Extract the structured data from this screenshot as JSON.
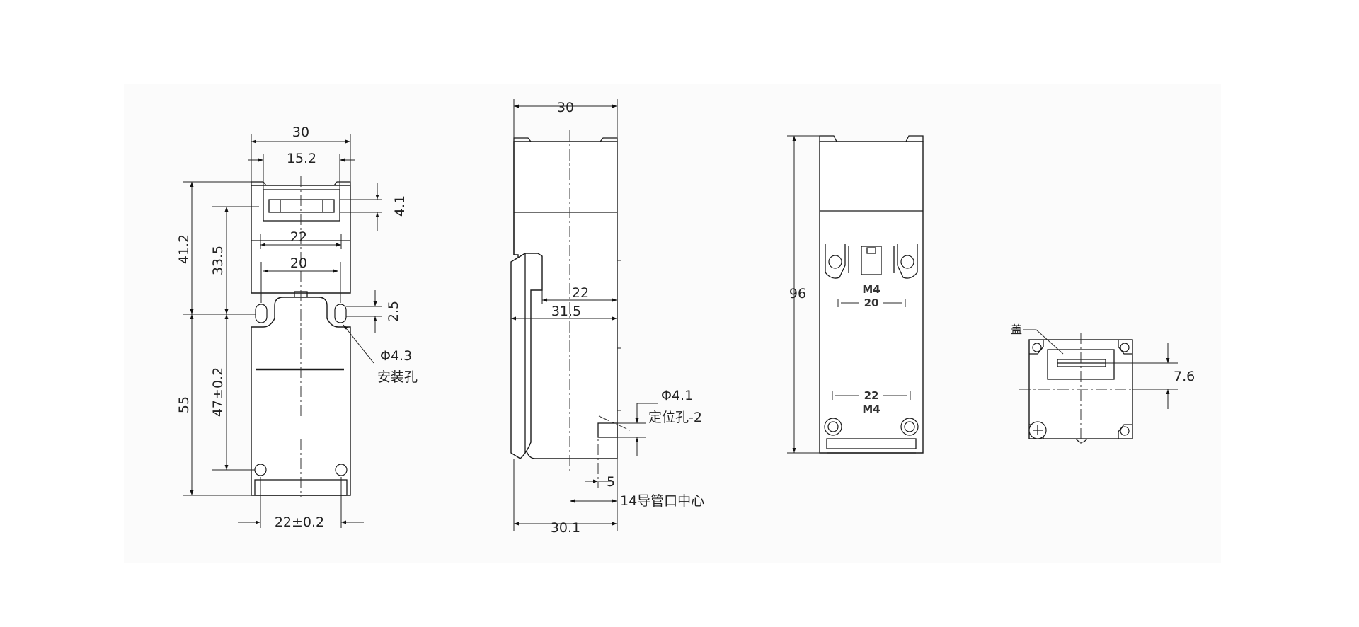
{
  "views": {
    "front": {
      "dim_width": "30",
      "dim_slot": "15.2",
      "dim_slot_h": "4.1",
      "dim_22": "22",
      "dim_20": "20",
      "dim_2_5": "2.5",
      "dim_total": "41.2",
      "dim_33_5": "33.5",
      "dim_55": "55",
      "dim_47": "47±0.2",
      "dim_bottom": "22±0.2",
      "hole_dia": "Φ4.3",
      "hole_label": "安装孔"
    },
    "side": {
      "dim_top": "30",
      "dim_22": "22",
      "dim_31_5": "31.5",
      "dim_30_1": "30.1",
      "dim_5": "5",
      "locating_dia": "Φ4.1",
      "locating_label": "定位孔-2",
      "conduit_label": "14导管口中心"
    },
    "back": {
      "dim_height": "96",
      "mark_top_thread": "M4",
      "mark_top_spacing": "20",
      "mark_bottom_spacing": "22",
      "mark_bottom_thread": "M4"
    },
    "top": {
      "cover_label": "盖",
      "dim_7_6": "7.6"
    }
  }
}
